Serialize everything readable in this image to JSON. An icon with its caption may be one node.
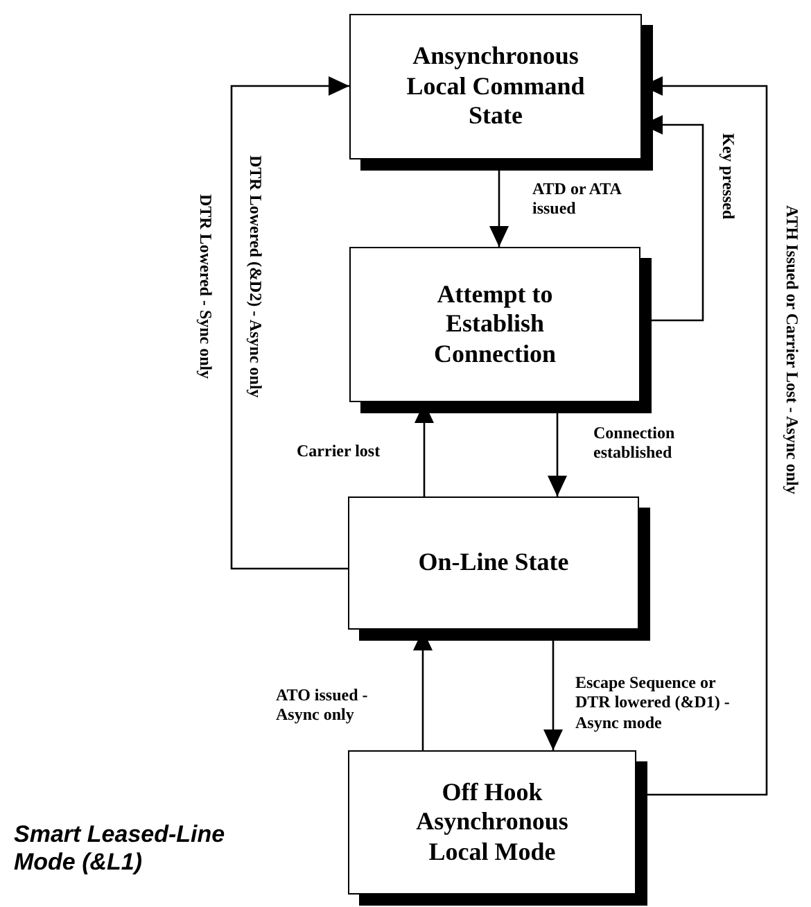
{
  "diagram": {
    "caption": "Smart Leased-Line Mode (&L1)",
    "nodes": [
      {
        "text": [
          "Ansynchronous Local Command State"
        ]
      },
      {
        "text": [
          "Attempt to Establish Connection"
        ]
      },
      {
        "text": [
          "On-Line State"
        ]
      },
      {
        "text": [
          "Off Hook Asynchronous Local Mode"
        ]
      }
    ],
    "edges": [
      {
        "from": 0,
        "to": 1,
        "arrow": "to",
        "label": "ATD or ATA issued"
      },
      {
        "from": 1,
        "to": 0,
        "arrow": "to",
        "label": "Key pressed"
      },
      {
        "from": 1,
        "to": 2,
        "arrow": "to",
        "label": "Connection established"
      },
      {
        "from": 2,
        "to": 1,
        "arrow": "to",
        "label": "Carrier lost"
      },
      {
        "from": 2,
        "to": 0,
        "arrow": "to",
        "label": "DTR Lowered  (&D2) - Async only"
      },
      {
        "from": 2,
        "to": 3,
        "arrow": "to",
        "label": "Escape Sequence or DTR lowered (&D1) - Async mode"
      },
      {
        "from": 3,
        "to": 2,
        "arrow": "to",
        "label": "ATO issued - Async only"
      },
      {
        "from": 3,
        "to": 0,
        "arrow": "to",
        "label": "ATH Issued or Carrier Lost - Async only"
      }
    ],
    "labels": [
      "DTR Lowered - Sync only"
    ]
  }
}
